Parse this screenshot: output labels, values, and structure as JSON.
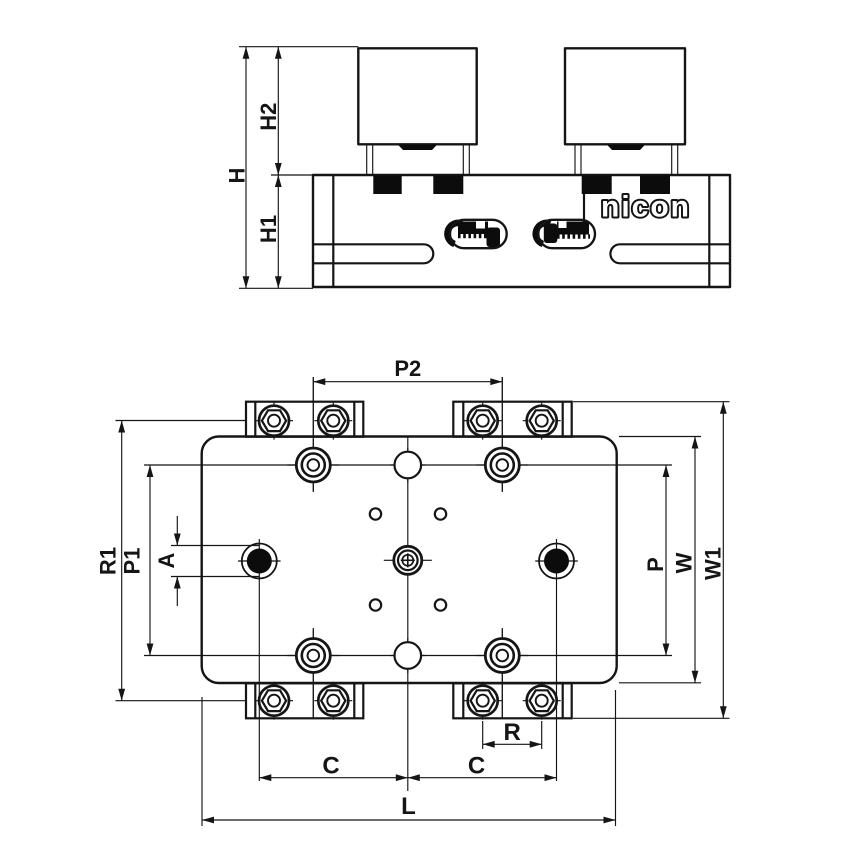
{
  "drawing_type": "technical-drawing",
  "brand": "nicon",
  "colors": {
    "line_color": "#151515",
    "background": "#ffffff",
    "fill_black": "#0c0c0c"
  },
  "front_view": {
    "dims": {
      "H": "H",
      "H2": "H2",
      "H1": "H1"
    }
  },
  "plan_view": {
    "dims": {
      "P2": "P2",
      "R1": "R1",
      "P1": "P1",
      "A": "A",
      "P": "P",
      "W": "W",
      "W1": "W1",
      "R": "R",
      "C_left": "C",
      "C_right": "C",
      "L": "L"
    }
  }
}
